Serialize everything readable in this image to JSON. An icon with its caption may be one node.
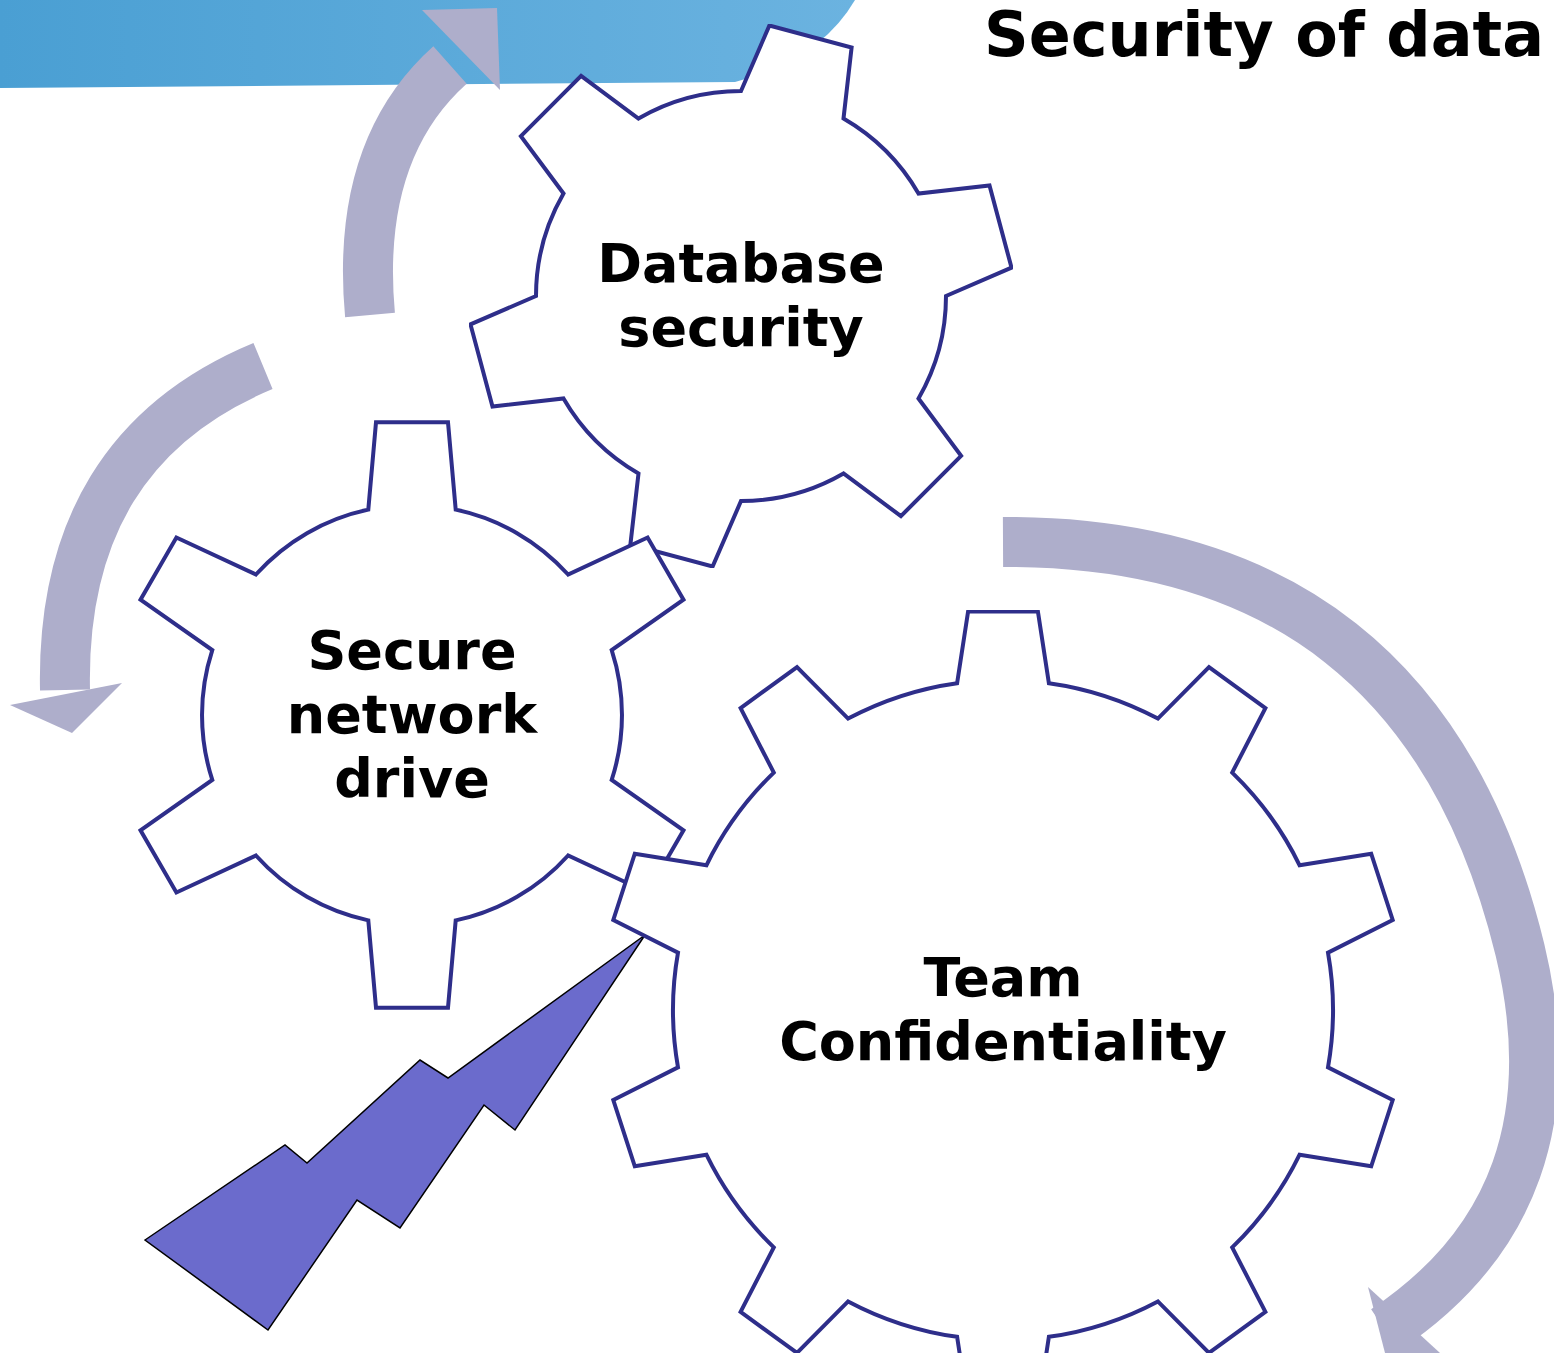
{
  "diagram": {
    "title": "Security of data",
    "nodes": [
      {
        "text": [
          "Database security"
        ]
      },
      {
        "text": [
          "Secure network drive"
        ]
      },
      {
        "text": [
          "Team Confidentiality"
        ]
      }
    ]
  }
}
